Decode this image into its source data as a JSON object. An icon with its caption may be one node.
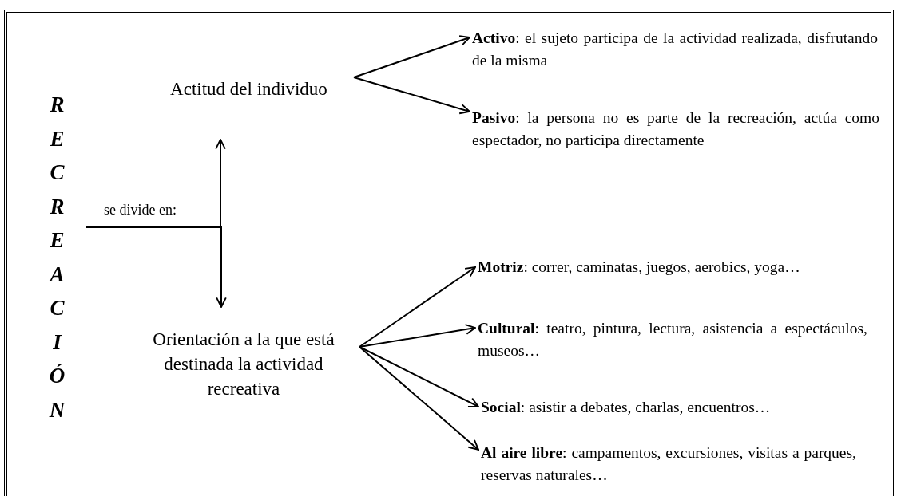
{
  "diagram": {
    "nodes": [
      {
        "text": [
          "RECREACIÓN"
        ]
      },
      {
        "text": [
          "Actitud del individuo"
        ]
      },
      {
        "text": [
          "Orientación a la que está destinada la actividad recreativa"
        ]
      },
      {
        "text": [
          "**Activo**: el sujeto participa de la actividad realizada, disfrutando de la misma"
        ]
      },
      {
        "text": [
          "**Pasivo**: la persona no es parte de la recreación, actúa como espectador, no participa directamente"
        ]
      },
      {
        "text": [
          "**Motriz**: correr, caminatas, juegos, aerobics, yoga…"
        ]
      },
      {
        "text": [
          "**Cultural**: teatro, pintura, lectura, asistencia a espectáculos, museos…"
        ]
      },
      {
        "text": [
          "**Social**: asistir a debates, charlas, encuentros…"
        ]
      },
      {
        "text": [
          "**Al aire libre**: campamentos, excursiones, visitas a parques, reservas naturales…"
        ]
      }
    ],
    "edges": [
      {
        "from": 0,
        "to": 1,
        "arrow": "to",
        "label": "se divide en:"
      },
      {
        "from": 0,
        "to": 2,
        "arrow": "to"
      },
      {
        "from": 1,
        "to": 3,
        "arrow": "to"
      },
      {
        "from": 1,
        "to": 4,
        "arrow": "to"
      },
      {
        "from": 2,
        "to": 5,
        "arrow": "to"
      },
      {
        "from": 2,
        "to": 6,
        "arrow": "to"
      },
      {
        "from": 2,
        "to": 7,
        "arrow": "to"
      },
      {
        "from": 2,
        "to": 8,
        "arrow": "to"
      }
    ]
  }
}
